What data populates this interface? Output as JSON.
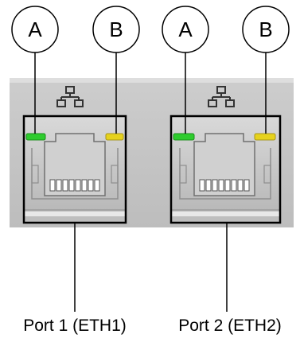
{
  "callouts": {
    "port1_led_left": "A",
    "port1_led_right": "B",
    "port2_led_left": "A",
    "port2_led_right": "B"
  },
  "ports": {
    "port1_label": "Port 1 (ETH1)",
    "port2_label": "Port 2 (ETH2)"
  },
  "icons": {
    "port1": "network-icon",
    "port2": "network-icon"
  },
  "colors": {
    "led_green": "#2ecc2e",
    "led_yellow": "#e6d21c",
    "panel": "#c8c8c8"
  }
}
